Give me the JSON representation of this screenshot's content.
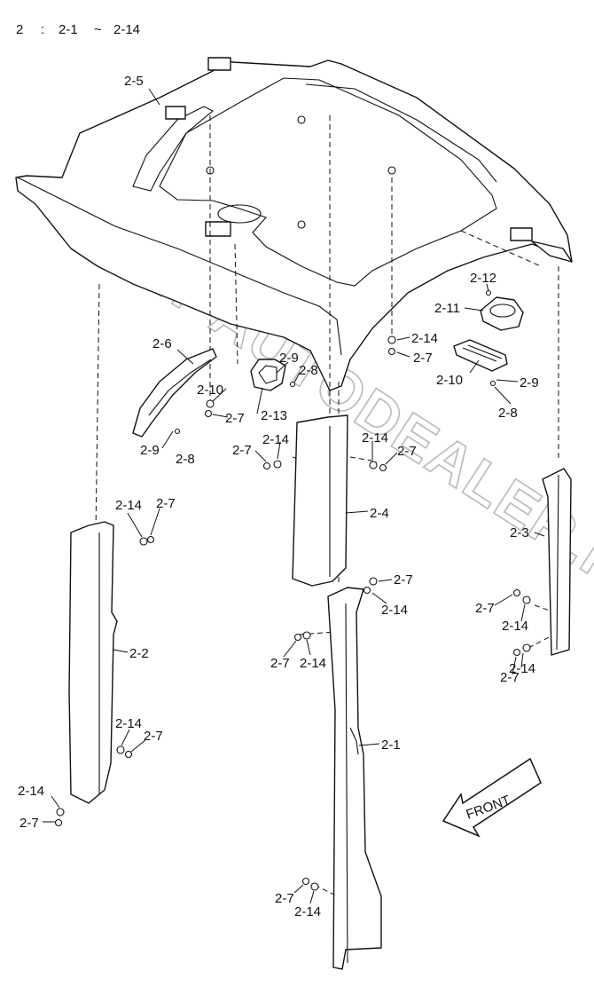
{
  "header": {
    "group": "2",
    "separator": ":",
    "range_start": "2-1",
    "tilde": "~",
    "range_end": "2-14"
  },
  "watermark": "ACAT-AUTODEALER.RU",
  "front_label": "FRONT",
  "callouts": [
    {
      "id": "c-2-5",
      "text": "2-5"
    },
    {
      "id": "c-2-12",
      "text": "2-12"
    },
    {
      "id": "c-2-11",
      "text": "2-11"
    },
    {
      "id": "c-2-14-a",
      "text": "2-14"
    },
    {
      "id": "c-2-7-a",
      "text": "2-7"
    },
    {
      "id": "c-2-10-r",
      "text": "2-10"
    },
    {
      "id": "c-2-9-r",
      "text": "2-9"
    },
    {
      "id": "c-2-8-r",
      "text": "2-8"
    },
    {
      "id": "c-2-6",
      "text": "2-6"
    },
    {
      "id": "c-2-9-l",
      "text": "2-9"
    },
    {
      "id": "c-2-8-l",
      "text": "2-8"
    },
    {
      "id": "c-2-10-c",
      "text": "2-10"
    },
    {
      "id": "c-2-7-b",
      "text": "2-7"
    },
    {
      "id": "c-2-13",
      "text": "2-13"
    },
    {
      "id": "c-2-9-c",
      "text": "2-9"
    },
    {
      "id": "c-2-8-c",
      "text": "2-8"
    },
    {
      "id": "c-2-7-c",
      "text": "2-7"
    },
    {
      "id": "c-2-14-c",
      "text": "2-14"
    },
    {
      "id": "c-2-14-d",
      "text": "2-14"
    },
    {
      "id": "c-2-7-d",
      "text": "2-7"
    },
    {
      "id": "c-2-4",
      "text": "2-4"
    },
    {
      "id": "c-2-14-e",
      "text": "2-14"
    },
    {
      "id": "c-2-7-e",
      "text": "2-7"
    },
    {
      "id": "c-2-3",
      "text": "2-3"
    },
    {
      "id": "c-2-7-f",
      "text": "2-7"
    },
    {
      "id": "c-2-14-f",
      "text": "2-14"
    },
    {
      "id": "c-2-7-g",
      "text": "2-7"
    },
    {
      "id": "c-2-14-g",
      "text": "2-14"
    },
    {
      "id": "c-2-7-h",
      "text": "2-7"
    },
    {
      "id": "c-2-14-h",
      "text": "2-14"
    },
    {
      "id": "c-2-7-i",
      "text": "2-7"
    },
    {
      "id": "c-2-2",
      "text": "2-2"
    },
    {
      "id": "c-2-7-j",
      "text": "2-7"
    },
    {
      "id": "c-2-14-j",
      "text": "2-14"
    },
    {
      "id": "c-2-14-k",
      "text": "2-14"
    },
    {
      "id": "c-2-7-k",
      "text": "2-7"
    },
    {
      "id": "c-2-1",
      "text": "2-1"
    },
    {
      "id": "c-2-14-l",
      "text": "2-14"
    },
    {
      "id": "c-2-7-l",
      "text": "2-7"
    },
    {
      "id": "c-2-7-m",
      "text": "2-7"
    },
    {
      "id": "c-2-14-m",
      "text": "2-14"
    }
  ]
}
